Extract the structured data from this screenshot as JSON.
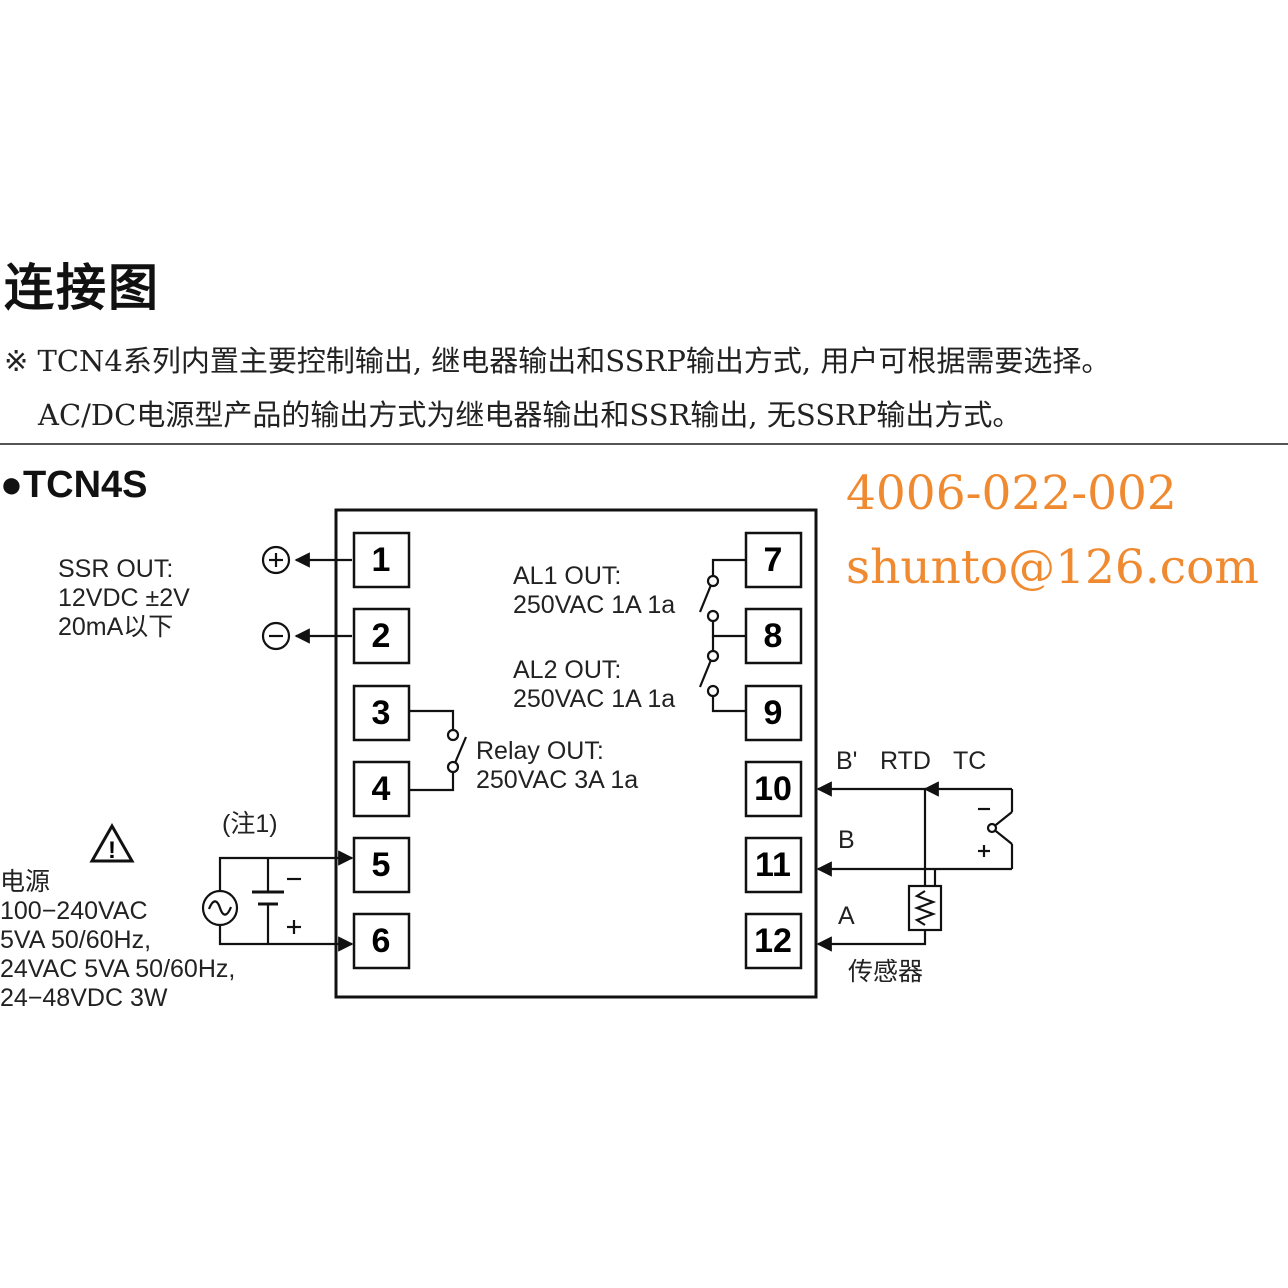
{
  "heading": "连接图",
  "notes": [
    "※ TCN4系列内置主要控制输出, 继电器输出和SSRP输出方式, 用户可根据需要选择。",
    "AC/DC电源型产品的输出方式为继电器输出和SSR输出, 无SSRP输出方式。"
  ],
  "model": "●TCN4S",
  "contact": {
    "phone": "4006-022-002",
    "email": "shunto@126.com"
  },
  "terminals": [
    "1",
    "2",
    "3",
    "4",
    "5",
    "6",
    "7",
    "8",
    "9",
    "10",
    "11",
    "12"
  ],
  "ssr": {
    "title": "SSR OUT:",
    "line1": "12VDC ±2V",
    "line2": "20mA以下",
    "plus": "+",
    "minus": "−"
  },
  "relay": {
    "title": "Relay OUT:",
    "rating": "250VAC 3A 1a"
  },
  "al1": {
    "title": "AL1 OUT:",
    "rating": "250VAC 1A 1a"
  },
  "al2": {
    "title": "AL2 OUT:",
    "rating": "250VAC 1A 1a"
  },
  "power": {
    "note": "(注1)",
    "warning_symbol": "!",
    "label": "电源",
    "specs": [
      "100−240VAC",
      "5VA 50/60Hz,",
      "24VAC 5VA 50/60Hz,",
      "24−48VDC 3W"
    ],
    "ac_symbol": "~",
    "minus": "−",
    "plus": "+"
  },
  "sensor": {
    "b_prime": "B'",
    "rtd": "RTD",
    "tc": "TC",
    "b": "B",
    "a": "A",
    "tc_minus": "−",
    "tc_plus": "+",
    "label": "传感器"
  }
}
